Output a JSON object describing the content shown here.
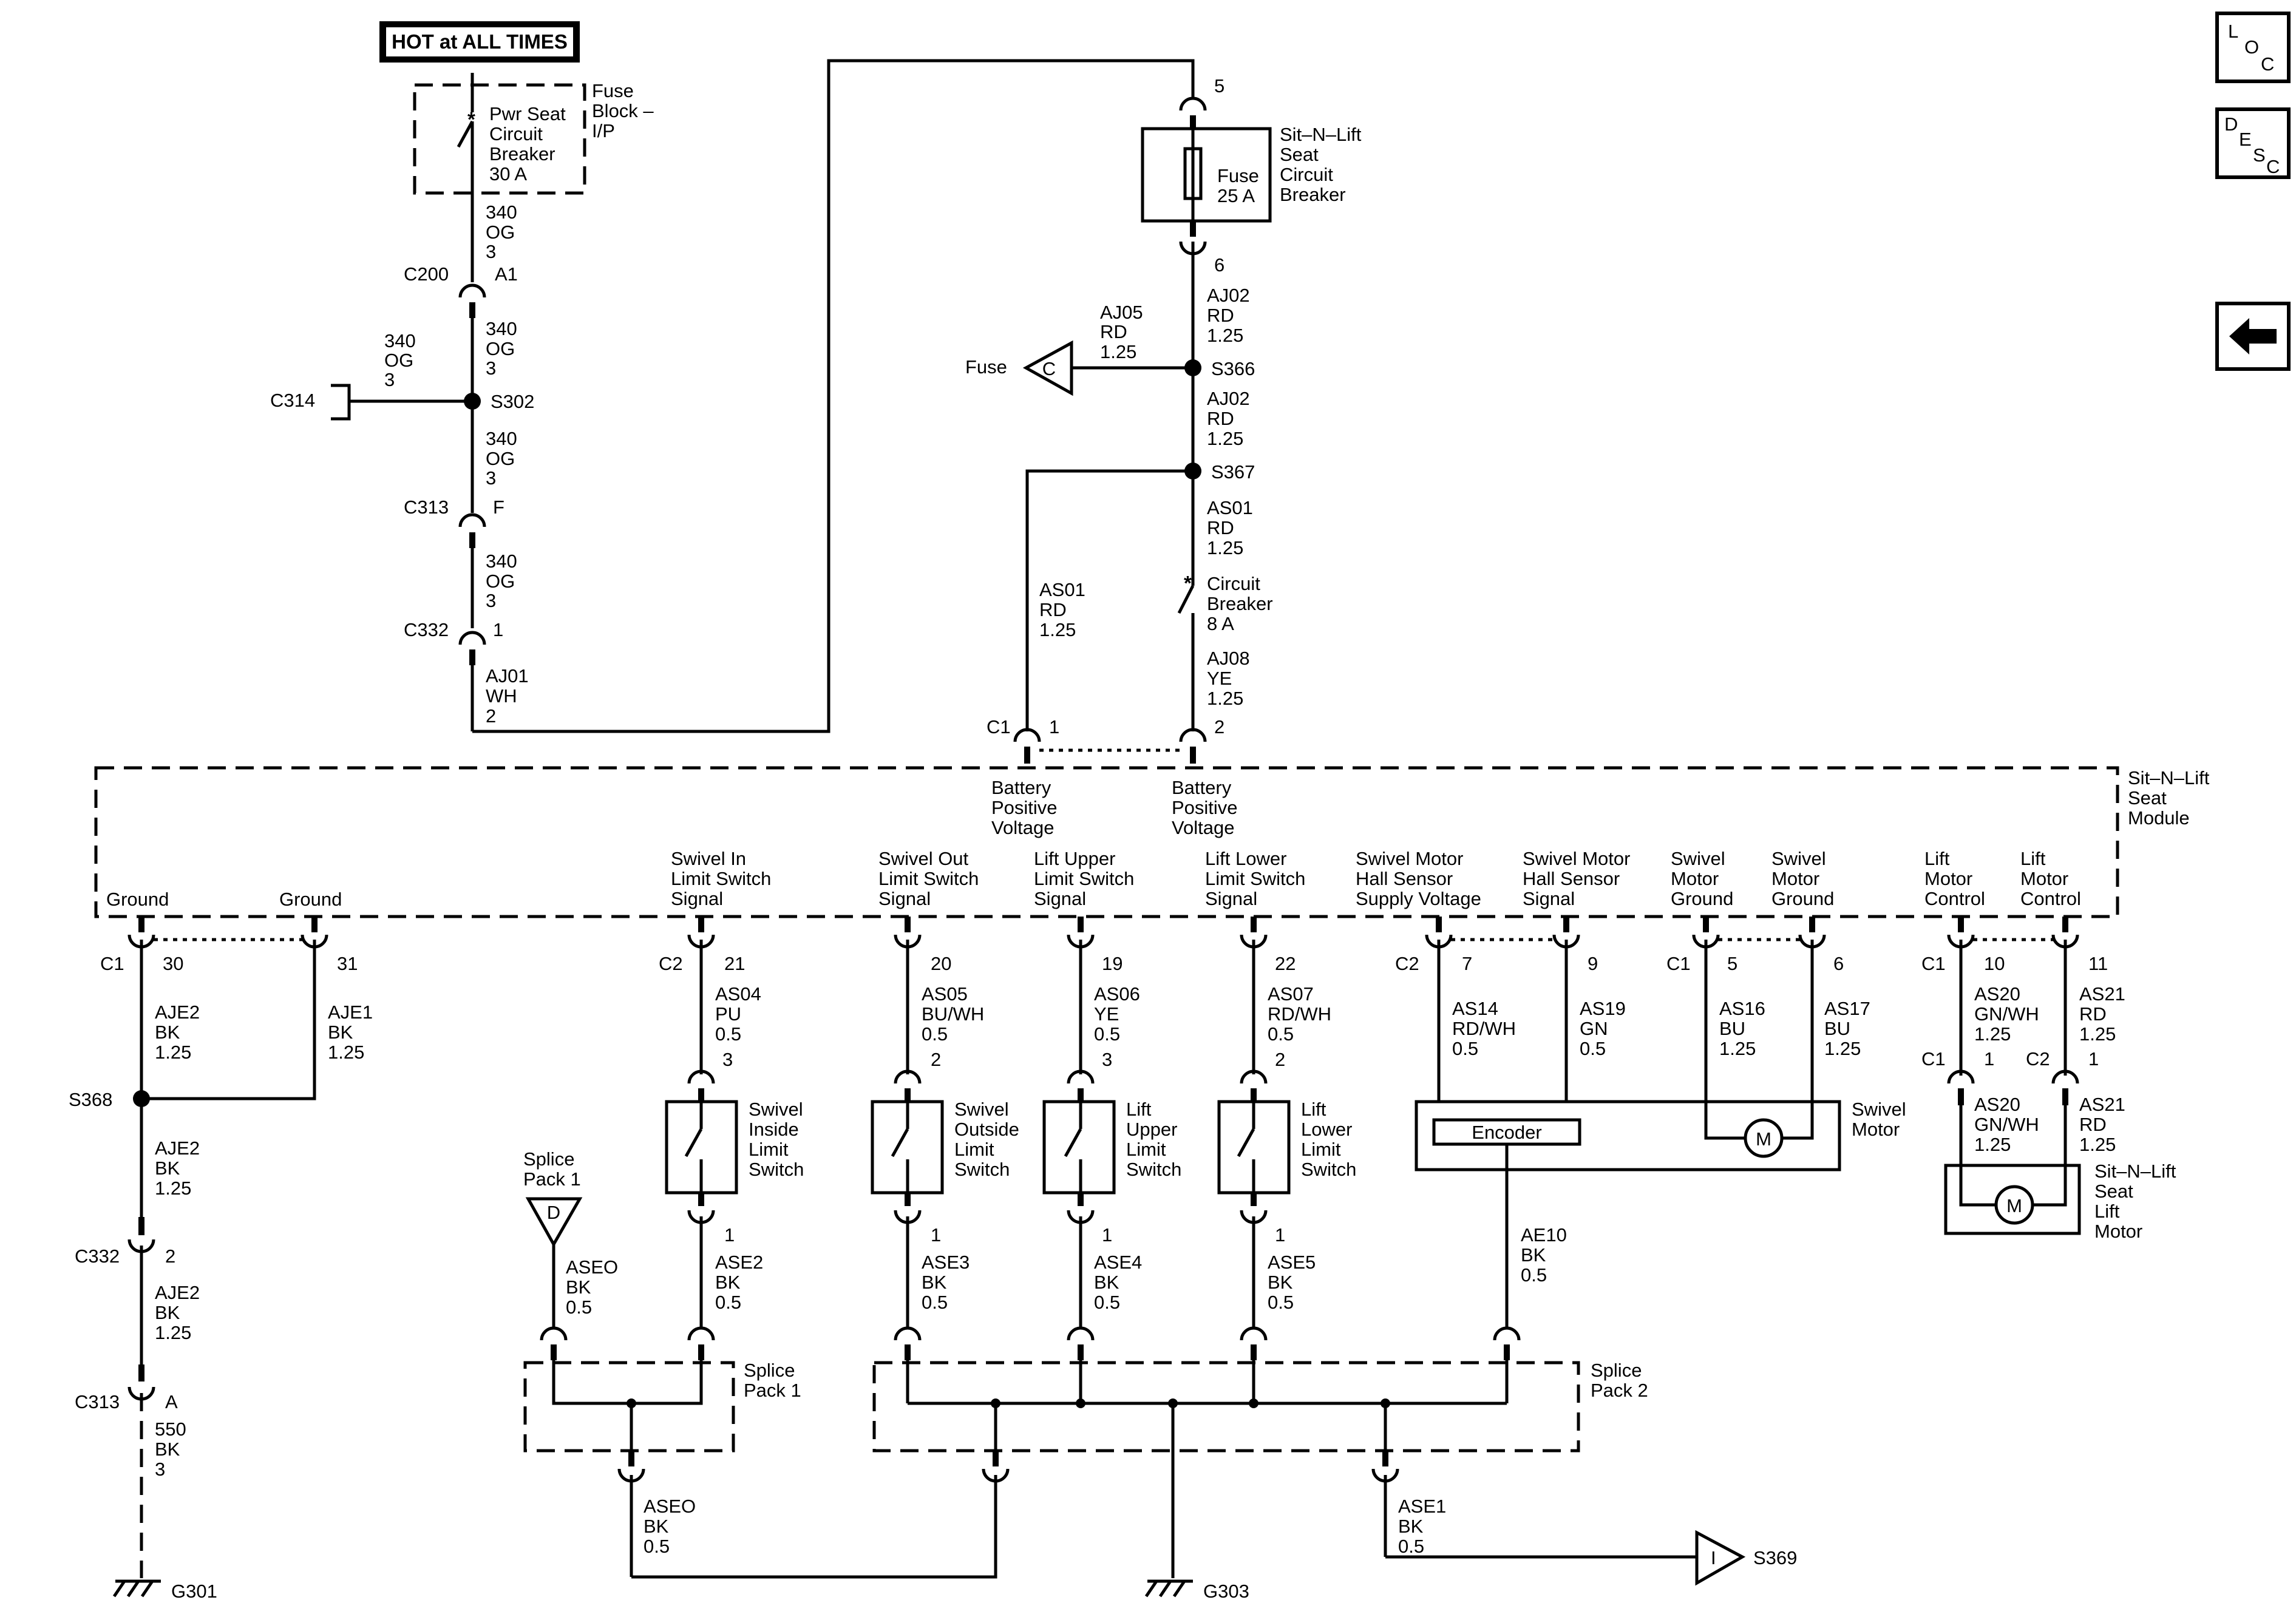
{
  "header": {
    "hot_label": "HOT at ALL TIMES"
  },
  "nav": {
    "loc": {
      "L": "L",
      "O": "O",
      "C": "C"
    },
    "desc": {
      "D": "D",
      "E": "E",
      "S": "S",
      "C": "C"
    }
  },
  "fuse_block": {
    "breaker": [
      "Pwr Seat",
      "Circuit",
      "Breaker",
      "30 A"
    ],
    "label": [
      "Fuse",
      "Block –",
      "I/P"
    ]
  },
  "left_feed": {
    "w1": [
      "340",
      "OG",
      "3"
    ],
    "c200": "C200",
    "c200_pin": "A1",
    "w2": [
      "340",
      "OG",
      "3"
    ],
    "branch": [
      "340",
      "OG",
      "3"
    ],
    "c314": "C314",
    "s302": "S302",
    "w3": [
      "340",
      "OG",
      "3"
    ],
    "c313": "C313",
    "c313_pin": "F",
    "w4": [
      "340",
      "OG",
      "3"
    ],
    "c332": "C332",
    "c332_pin": "1",
    "w5": [
      "AJ01",
      "WH",
      "2"
    ]
  },
  "right_feed": {
    "pin5": "5",
    "breaker_name": [
      "Sit–N–Lift",
      "Seat",
      "Circuit",
      "Breaker"
    ],
    "fuse_inner": [
      "Fuse",
      "25 A"
    ],
    "pin6": "6",
    "w1": [
      "AJ02",
      "RD",
      "1.25"
    ],
    "fuse_branch": [
      "AJ05",
      "RD",
      "1.25"
    ],
    "fuse_label": "Fuse",
    "fuse_letter": "C",
    "s366": "S366",
    "w2": [
      "AJ02",
      "RD",
      "1.25"
    ],
    "s367": "S367",
    "w3": [
      "AS01",
      "RD",
      "1.25"
    ],
    "left_wire": [
      "AS01",
      "RD",
      "1.25"
    ],
    "cb8": [
      "Circuit",
      "Breaker",
      "8 A"
    ],
    "w4": [
      "AJ08",
      "YE",
      "1.25"
    ],
    "c1": "C1",
    "pin1": "1",
    "pin2": "2"
  },
  "module": {
    "name": [
      "Sit–N–Lift",
      "Seat",
      "Module"
    ],
    "bpv1": [
      "Battery",
      "Positive",
      "Voltage"
    ],
    "bpv2": [
      "Battery",
      "Positive",
      "Voltage"
    ],
    "ground1": "Ground",
    "ground2": "Ground",
    "swivel_in": [
      "Swivel In",
      "Limit Switch",
      "Signal"
    ],
    "swivel_out": [
      "Swivel Out",
      "Limit Switch",
      "Signal"
    ],
    "lift_upper": [
      "Lift Upper",
      "Limit Switch",
      "Signal"
    ],
    "lift_lower": [
      "Lift Lower",
      "Limit Switch",
      "Signal"
    ],
    "hall_supply": [
      "Swivel Motor",
      "Hall Sensor",
      "Supply Voltage"
    ],
    "hall_signal": [
      "Swivel Motor",
      "Hall Sensor",
      "Signal"
    ],
    "swivel_gnd1": [
      "Swivel",
      "Motor",
      "Ground"
    ],
    "swivel_gnd2": [
      "Swivel",
      "Motor",
      "Ground"
    ],
    "lift_ctrl1": [
      "Lift",
      "Motor",
      "Control"
    ],
    "lift_ctrl2": [
      "Lift",
      "Motor",
      "Control"
    ]
  },
  "ground_circuit": {
    "c1": "C1",
    "p30": "30",
    "p31": "31",
    "w_ajE2": [
      "AJE2",
      "BK",
      "1.25"
    ],
    "w_ajE1": [
      "AJE1",
      "BK",
      "1.25"
    ],
    "s368": "S368",
    "w2": [
      "AJE2",
      "BK",
      "1.25"
    ],
    "c332": "C332",
    "c332_pin": "2",
    "w3": [
      "AJE2",
      "BK",
      "1.25"
    ],
    "c313": "C313",
    "c313_pin": "A",
    "w4": [
      "550",
      "BK",
      "3"
    ],
    "g301": "G301"
  },
  "switches": {
    "swivel_in": {
      "conn": "C2",
      "pin": "21",
      "wire": [
        "AS04",
        "PU",
        "0.5"
      ],
      "top_pin": "3",
      "name": [
        "Swivel",
        "Inside",
        "Limit",
        "Switch"
      ],
      "bot_pin": "1",
      "gnd": [
        "ASE2",
        "BK",
        "0.5"
      ]
    },
    "swivel_out": {
      "pin": "20",
      "wire": [
        "AS05",
        "BU/WH",
        "0.5"
      ],
      "top_pin": "2",
      "name": [
        "Swivel",
        "Outside",
        "Limit",
        "Switch"
      ],
      "bot_pin": "1",
      "gnd": [
        "ASE3",
        "BK",
        "0.5"
      ]
    },
    "lift_upper": {
      "pin": "19",
      "wire": [
        "AS06",
        "YE",
        "0.5"
      ],
      "top_pin": "3",
      "name": [
        "Lift",
        "Upper",
        "Limit",
        "Switch"
      ],
      "bot_pin": "1",
      "gnd": [
        "ASE4",
        "BK",
        "0.5"
      ]
    },
    "lift_lower": {
      "pin": "22",
      "wire": [
        "AS07",
        "RD/WH",
        "0.5"
      ],
      "top_pin": "2",
      "name": [
        "Lift",
        "Lower",
        "Limit",
        "Switch"
      ],
      "bot_pin": "1",
      "gnd": [
        "ASE5",
        "BK",
        "0.5"
      ]
    }
  },
  "swivel_motor": {
    "conn": "C2",
    "p7": "7",
    "p9": "9",
    "w14": [
      "AS14",
      "RD/WH",
      "0.5"
    ],
    "w19": [
      "AS19",
      "GN",
      "0.5"
    ],
    "c1": "C1",
    "p5": "5",
    "p6": "6",
    "w16": [
      "AS16",
      "BU",
      "1.25"
    ],
    "w17": [
      "AS17",
      "BU",
      "1.25"
    ],
    "encoder": "Encoder",
    "name": [
      "Swivel",
      "Motor"
    ],
    "m": "M",
    "gnd": [
      "AE10",
      "BK",
      "0.5"
    ]
  },
  "lift_motor": {
    "c1": "C1",
    "p10": "10",
    "p11": "11",
    "w20": [
      "AS20",
      "GN/WH",
      "1.25"
    ],
    "w21": [
      "AS21",
      "RD",
      "1.25"
    ],
    "c1b": "C1",
    "p1a": "1",
    "c2": "C2",
    "p1b": "1",
    "w20b": [
      "AS20",
      "GN/WH",
      "1.25"
    ],
    "w21b": [
      "AS21",
      "RD",
      "1.25"
    ],
    "m": "M",
    "name": [
      "Sit–N–Lift",
      "Seat",
      "Lift",
      "Motor"
    ]
  },
  "splices": {
    "sp1_ref": [
      "Splice",
      "Pack 1"
    ],
    "sp1_letter": "D",
    "aseo_in": [
      "ASEO",
      "BK",
      "0.5"
    ],
    "sp1_label": [
      "Splice",
      "Pack 1"
    ],
    "sp2_label": [
      "Splice",
      "Pack 2"
    ],
    "aseo_out": [
      "ASEO",
      "BK",
      "0.5"
    ],
    "ase1": [
      "ASE1",
      "BK",
      "0.5"
    ],
    "g303": "G303",
    "s369": "S369",
    "s369_letter": "I"
  }
}
